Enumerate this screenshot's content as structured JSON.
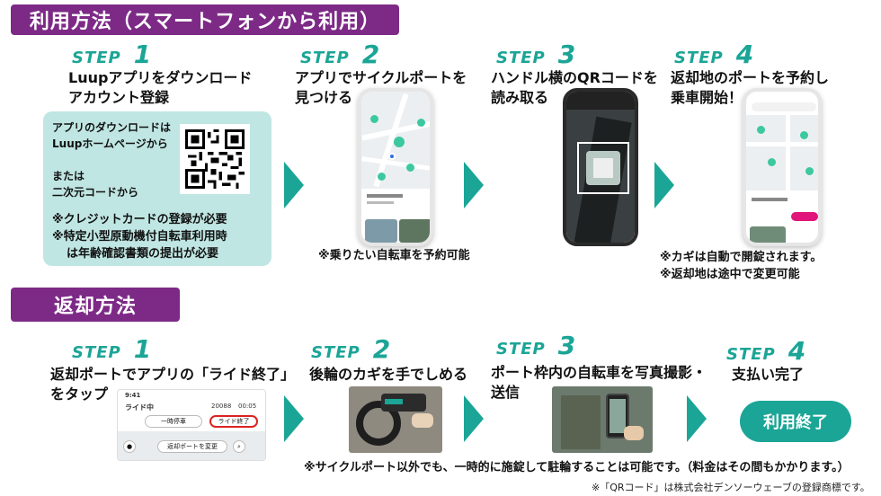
{
  "sections": {
    "usage_title": "利用方法（スマートフォンから利用）",
    "return_title": "返却方法"
  },
  "step_word": "STEP",
  "usage_steps": [
    {
      "num": "1",
      "line1": "Luupアプリをダウンロード",
      "line2": "アカウント登録"
    },
    {
      "num": "2",
      "line1": "アプリでサイクルポートを",
      "line2": "見つける"
    },
    {
      "num": "3",
      "line1": "ハンドル横のQRコードを",
      "line2": "読み取る"
    },
    {
      "num": "4",
      "line1": "返却地のポートを予約し",
      "line2": "乗車開始！"
    }
  ],
  "info_box": {
    "line1": "アプリのダウンロードは",
    "line2": "Luupホームページから",
    "line3": "または",
    "line4": "二次元コードから",
    "note1": "※クレジットカードの登録が必要",
    "note2": "※特定小型原動機付自転車利用時",
    "note3": "は年齢確認書類の提出が必要"
  },
  "usage_notes": {
    "step2": "※乗りたい自転車を予約可能",
    "step4_1": "※カギは自動で開錠されます。",
    "step4_2": "※返却地は途中で変更可能"
  },
  "return_steps": [
    {
      "num": "1",
      "line1": "返却ポートでアプリの「ライド終了」",
      "line2": "をタップ"
    },
    {
      "num": "2",
      "line1": "後輪のカギを手でしめる",
      "line2": ""
    },
    {
      "num": "3",
      "line1": "ポート枠内の自転車を写真撮影・",
      "line2": "送信"
    },
    {
      "num": "4",
      "line1": "支払い完了",
      "line2": ""
    }
  ],
  "ride_screen": {
    "time": "9:41",
    "status": "ライド中",
    "pause": "一時停車",
    "end": "ライド終了",
    "change_port": "返却ポートを変更",
    "battery": "20088",
    "timer": "00:05"
  },
  "finish_button": "利用終了",
  "return_note": "※サイクルポート以外でも、一時的に施錠して駐輪することは可能です。（料金はその間もかかります。）",
  "footnote": "※「QRコード」は株式会社デンソーウェーブの登録商標です。",
  "colors": {
    "purple": "#7d2a87",
    "teal": "#1ba596",
    "box": "#bfe6e3"
  }
}
